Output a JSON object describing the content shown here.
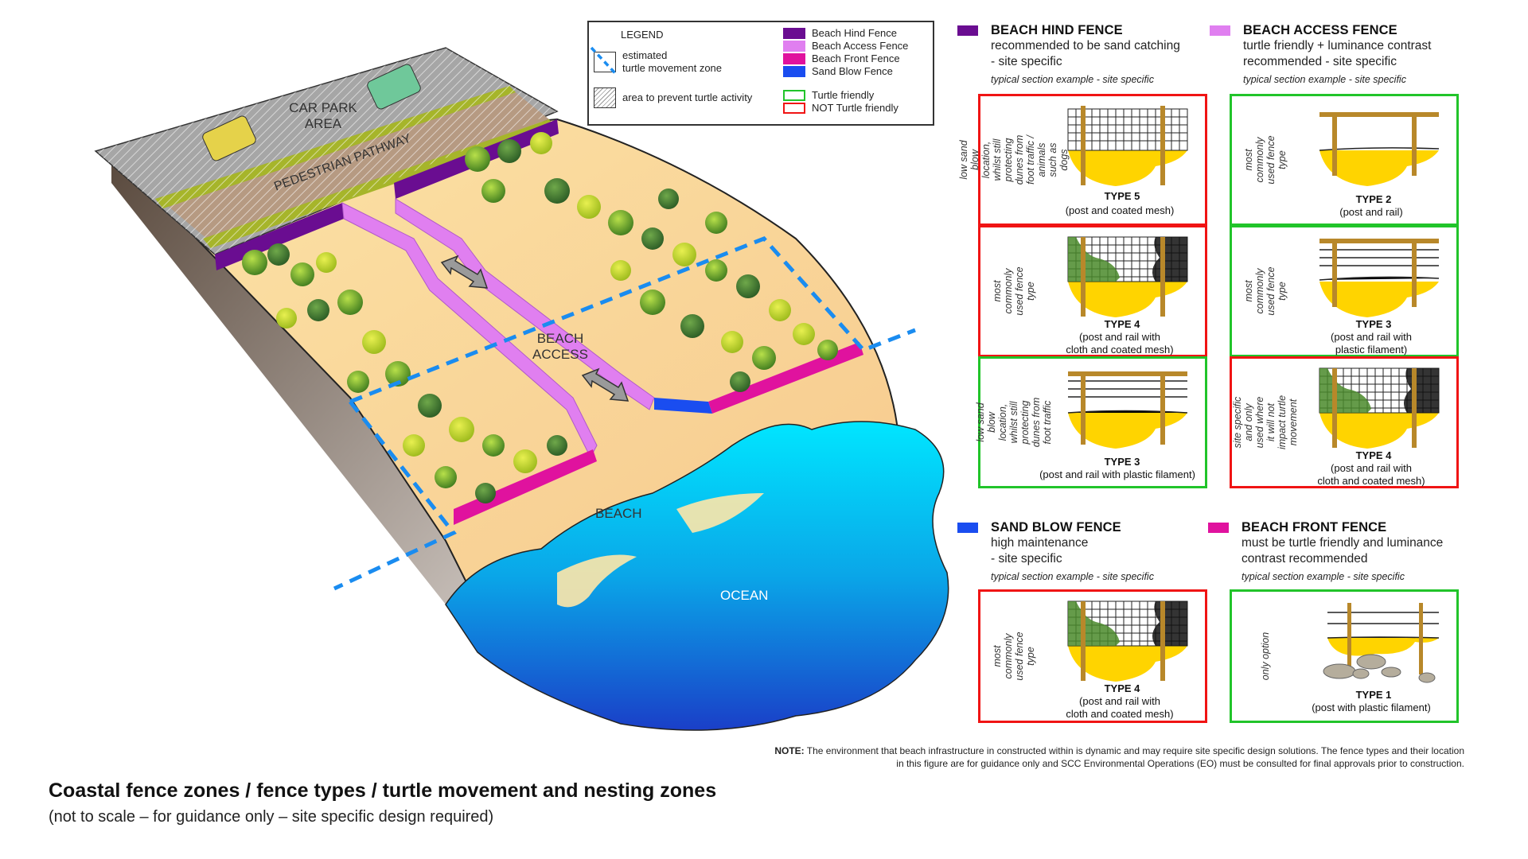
{
  "legend": {
    "title": "LEGEND",
    "items": [
      {
        "label": "estimated\nturtle movement zone",
        "icon": "turtle-zone-icon"
      },
      {
        "label": "area to prevent turtle activity",
        "icon": "hatched-area-icon"
      }
    ],
    "fences": [
      {
        "label": "Beach Hind Fence",
        "color": "#6a0d91"
      },
      {
        "label": "Beach Access Fence",
        "color": "#e07ff0"
      },
      {
        "label": "Beach Front Fence",
        "color": "#e0129e"
      },
      {
        "label": "Sand Blow Fence",
        "color": "#1a4df0"
      }
    ],
    "friendliness": [
      {
        "label": "Turtle friendly",
        "color": "#21c42a"
      },
      {
        "label": "NOT Turtle friendly",
        "color": "#f01414"
      }
    ]
  },
  "scene": {
    "labels": {
      "car_park": "CAR PARK\nAREA",
      "pedestrian_pathway": "PEDESTRIAN PATHWAY",
      "beach_access": "BEACH\nACCESS",
      "beach": "BEACH",
      "ocean": "OCEAN"
    }
  },
  "categories": {
    "hind": {
      "title": "BEACH HIND FENCE",
      "color": "#6a0d91",
      "desc1": "recommended to be sand catching",
      "desc2": "- site specific",
      "sub": "typical section example - site specific",
      "boxes": [
        {
          "note": "low sand blow location,\nwhilst still protecting\ndunes from foot traffic /\nanimals such as dogs",
          "type": "TYPE 5",
          "desc": "(post and coated mesh)",
          "friendly": false
        },
        {
          "note": "most commonly\nused fence type",
          "type": "TYPE 4",
          "desc": "(post and rail with\ncloth and coated mesh)",
          "friendly": false
        },
        {
          "note": "low sand blow location,\nwhilst still protecting\ndunes from foot traffic",
          "type": "TYPE 3",
          "desc": "(post and rail with plastic filament)",
          "friendly": true
        }
      ]
    },
    "access": {
      "title": "BEACH ACCESS FENCE",
      "color": "#e07ff0",
      "desc1": "turtle friendly + luminance contrast",
      "desc2": "recommended - site specific",
      "sub": "typical section example - site specific",
      "boxes": [
        {
          "note": "most commonly\nused fence type",
          "type": "TYPE 2",
          "desc": "(post and rail)",
          "friendly": true
        },
        {
          "note": "most commonly\nused fence type",
          "type": "TYPE 3",
          "desc": "(post and rail with\nplastic filament)",
          "friendly": true
        },
        {
          "note": "site specific and only\nused where it will not\nimpact turtle movement",
          "type": "TYPE 4",
          "desc": "(post and rail with\ncloth and coated mesh)",
          "friendly": false
        }
      ]
    },
    "sandblow": {
      "title": "SAND BLOW FENCE",
      "color": "#1a4df0",
      "desc1": "high maintenance",
      "desc2": "- site specific",
      "sub": "typical section example - site specific",
      "boxes": [
        {
          "note": "most commonly\nused fence type",
          "type": "TYPE 4",
          "desc": "(post and rail with\ncloth and coated mesh)",
          "friendly": false
        }
      ]
    },
    "front": {
      "title": "BEACH FRONT FENCE",
      "color": "#e0129e",
      "desc1": "must be turtle friendly and luminance",
      "desc2": "contrast recommended",
      "sub": "typical section example - site specific",
      "boxes": [
        {
          "note": "only option",
          "type": "TYPE 1",
          "desc": "(post with plastic filament)",
          "friendly": true
        }
      ]
    }
  },
  "note": {
    "label": "NOTE:",
    "text": "The environment that beach infrastructure in constructed within is dynamic and may require site specific design solutions.  The fence types and their location in this figure are for guidance only and SCC Environmental Operations (EO) must be consulted for final approvals prior to construction."
  },
  "caption": {
    "title": "Coastal fence zones / fence types / turtle movement and nesting zones",
    "subtitle": "(not to scale – for guidance only – site specific design required)"
  }
}
